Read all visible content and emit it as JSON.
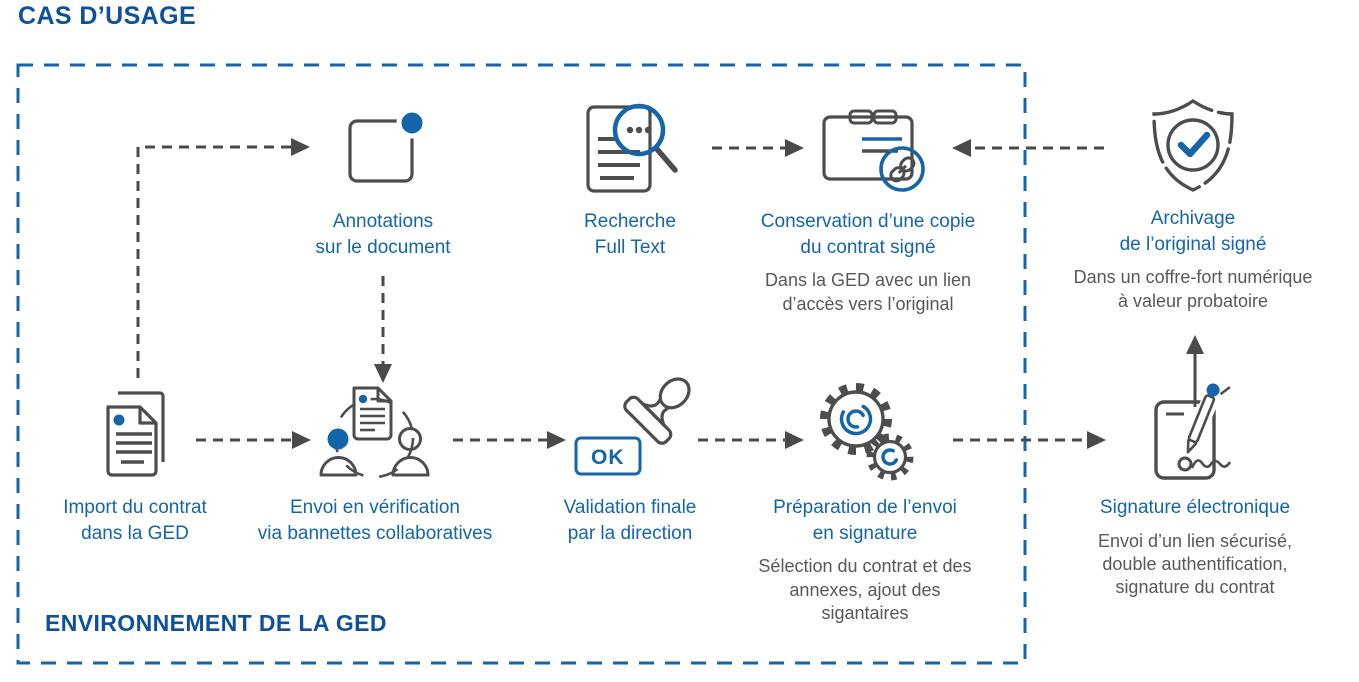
{
  "title": "CAS D’USAGE",
  "environment_label": "ENVIRONNEMENT DE LA GED",
  "colors": {
    "heading_blue": "#0d509c",
    "accent_blue": "#1565ab",
    "icon_gray": "#4d4d4f",
    "arrow_gray": "#4a4a4c",
    "text_gray": "#57585a",
    "border_blue": "#1565ab"
  },
  "nodes": {
    "import": {
      "label": "Import du contrat\ndans la GED"
    },
    "annotations": {
      "label": "Annotations\nsur le document"
    },
    "recherche": {
      "label": "Recherche\nFull Text"
    },
    "conservation": {
      "label": "Conservation d’une copie\ndu contrat signé",
      "description": "Dans la GED avec un lien\nd’accès vers l’original"
    },
    "archivage": {
      "label": "Archivage\nde l’original signé",
      "description": "Dans un coffre-fort numérique\nà valeur probatoire"
    },
    "envoi": {
      "label": "Envoi en vérification\nvia bannettes collaboratives"
    },
    "validation": {
      "label": "Validation finale\npar la direction",
      "stamp_text": "OK"
    },
    "preparation": {
      "label": "Préparation de l’envoi\nen signature",
      "description": "Sélection du contrat et des\nannexes, ajout des\nsigantaires"
    },
    "signature": {
      "label": "Signature électronique",
      "description": "Envoi d’un lien sécurisé,\ndouble authentification,\nsignature du contrat"
    }
  }
}
